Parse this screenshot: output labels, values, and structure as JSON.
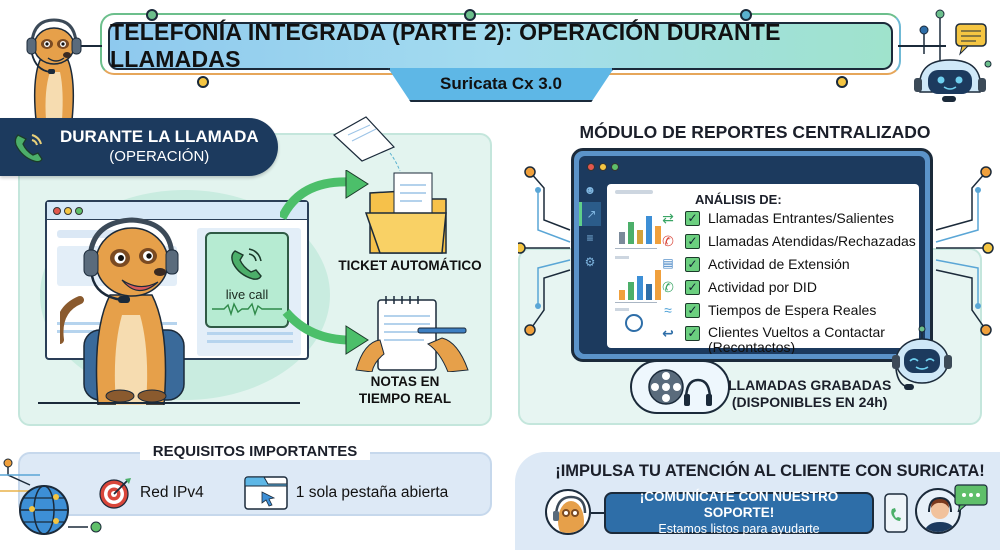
{
  "header": {
    "title": "TELEFONÍA INTEGRADA (PARTE 2): OPERACIÓN DURANTE LLAMADAS",
    "subtitle": "Suricata Cx 3.0"
  },
  "colors": {
    "navy": "#1c3a5e",
    "accent_blue": "#5eb7e6",
    "green": "#4caf6a",
    "orange": "#f0a03c",
    "panel_mint": "#e3f4ef",
    "panel_blue": "#dde9f6"
  },
  "during_call": {
    "heading": "DURANTE LA LLAMADA",
    "subheading": "(OPERACIÓN)",
    "live_call_label": "live call",
    "outputs": [
      {
        "label": "TICKET AUTOMÁTICO",
        "icon": "folder-ticket-icon"
      },
      {
        "label_line1": "NOTAS EN",
        "label_line2": "TIEMPO REAL",
        "icon": "notepad-writing-icon"
      }
    ]
  },
  "reports": {
    "title": "MÓDULO DE REPORTES CENTRALIZADO",
    "analysis_heading": "ANÁLISIS DE:",
    "items": [
      {
        "label": "Llamadas Entrantes/Salientes",
        "icon": "⇄",
        "icon_name": "swap-arrows-icon",
        "color": "#3aa565"
      },
      {
        "label": "Llamadas Atendidas/Rechazadas",
        "icon": "✆",
        "icon_name": "phone-reject-icon",
        "color": "#d9463a"
      },
      {
        "label": "Actividad de Extensión",
        "icon": "💬",
        "icon_name": "chat-group-icon",
        "color": "#3d7fc2"
      },
      {
        "label": "Actividad por DID",
        "icon": "✆",
        "icon_name": "phone-chat-icon",
        "color": "#3aa565"
      },
      {
        "label": "Tiempos de Espera Reales",
        "icon": "≈",
        "icon_name": "wave-icon",
        "color": "#4a9fd6"
      },
      {
        "label": "Clientes Vueltos a Contactar",
        "label_line2": "(Recontactos)",
        "icon": "↩",
        "icon_name": "return-arrow-icon",
        "color": "#2e6ea8"
      }
    ],
    "recordings_line1": "LLAMADAS GRABADAS",
    "recordings_line2": "(DISPONIBLES EN 24h)"
  },
  "requirements": {
    "title": "REQUISITOS IMPORTANTES",
    "items": [
      {
        "label": "Red IPv4",
        "icon": "target-icon"
      },
      {
        "label": "1 sola pestaña abierta",
        "icon": "browser-tab-icon"
      }
    ]
  },
  "support": {
    "headline": "¡IMPULSA TU ATENCIÓN AL CLIENTE CON SURICATA!",
    "button_line1": "¡COMUNÍCATE CON NUESTRO SOPORTE!",
    "button_line2": "Estamos listos para ayudarte"
  }
}
